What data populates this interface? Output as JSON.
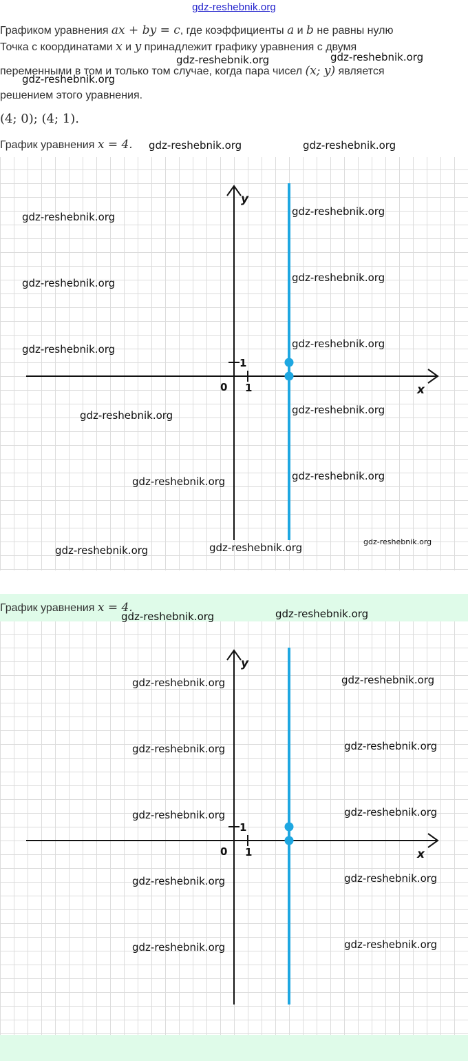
{
  "header": {
    "site_link": "gdz-reshebnik.org"
  },
  "text": {
    "line1_a": "Графиком уравнения ",
    "line1_eq": "ax + by = c",
    "line1_b": ", где коэффициенты ",
    "line1_a_var": "a",
    "line1_and": " и ",
    "line1_b_var": "b",
    "line1_c": " не равны нулю",
    "line2_a": "Точка с координатами ",
    "line2_x": "x",
    "line2_and": " и ",
    "line2_y": "y",
    "line2_b": " принадлежит графику уравнения с двумя",
    "line3_a": "переменными в том и только том случае, когда пара чисел ",
    "line3_pair": "(x;  y)",
    "line3_b": " является",
    "line4": "решением этого уравнения.",
    "points": "(4;  0); (4;  1)."
  },
  "caption1": {
    "label": "График уравнения ",
    "eq": "x = 4."
  },
  "caption2": {
    "label": "График уравнения ",
    "eq": "x = 4."
  },
  "watermark": "gdz-reshebnik.org",
  "graph": {
    "x_axis_label": "x",
    "y_axis_label": "y",
    "origin_label": "0",
    "x_tick_label": "1",
    "y_tick_label": "1",
    "line_color": "#1ea7e1",
    "axis_color": "#111111",
    "grid_color": "#dcdcdc"
  },
  "chart_data": [
    {
      "type": "line",
      "title": "График уравнения x = 4.",
      "xlabel": "x",
      "ylabel": "y",
      "series": [
        {
          "values": [
            [
              4,
              -12
            ],
            [
              4,
              14
            ]
          ]
        }
      ],
      "points": [
        [
          4,
          0
        ],
        [
          4,
          1
        ]
      ],
      "grid": true
    },
    {
      "type": "line",
      "title": "График уравнения x = 4.",
      "xlabel": "x",
      "ylabel": "y",
      "series": [
        {
          "values": [
            [
              4,
              -12
            ],
            [
              4,
              14
            ]
          ]
        }
      ],
      "points": [
        [
          4,
          0
        ],
        [
          4,
          1
        ]
      ],
      "grid": true
    }
  ]
}
